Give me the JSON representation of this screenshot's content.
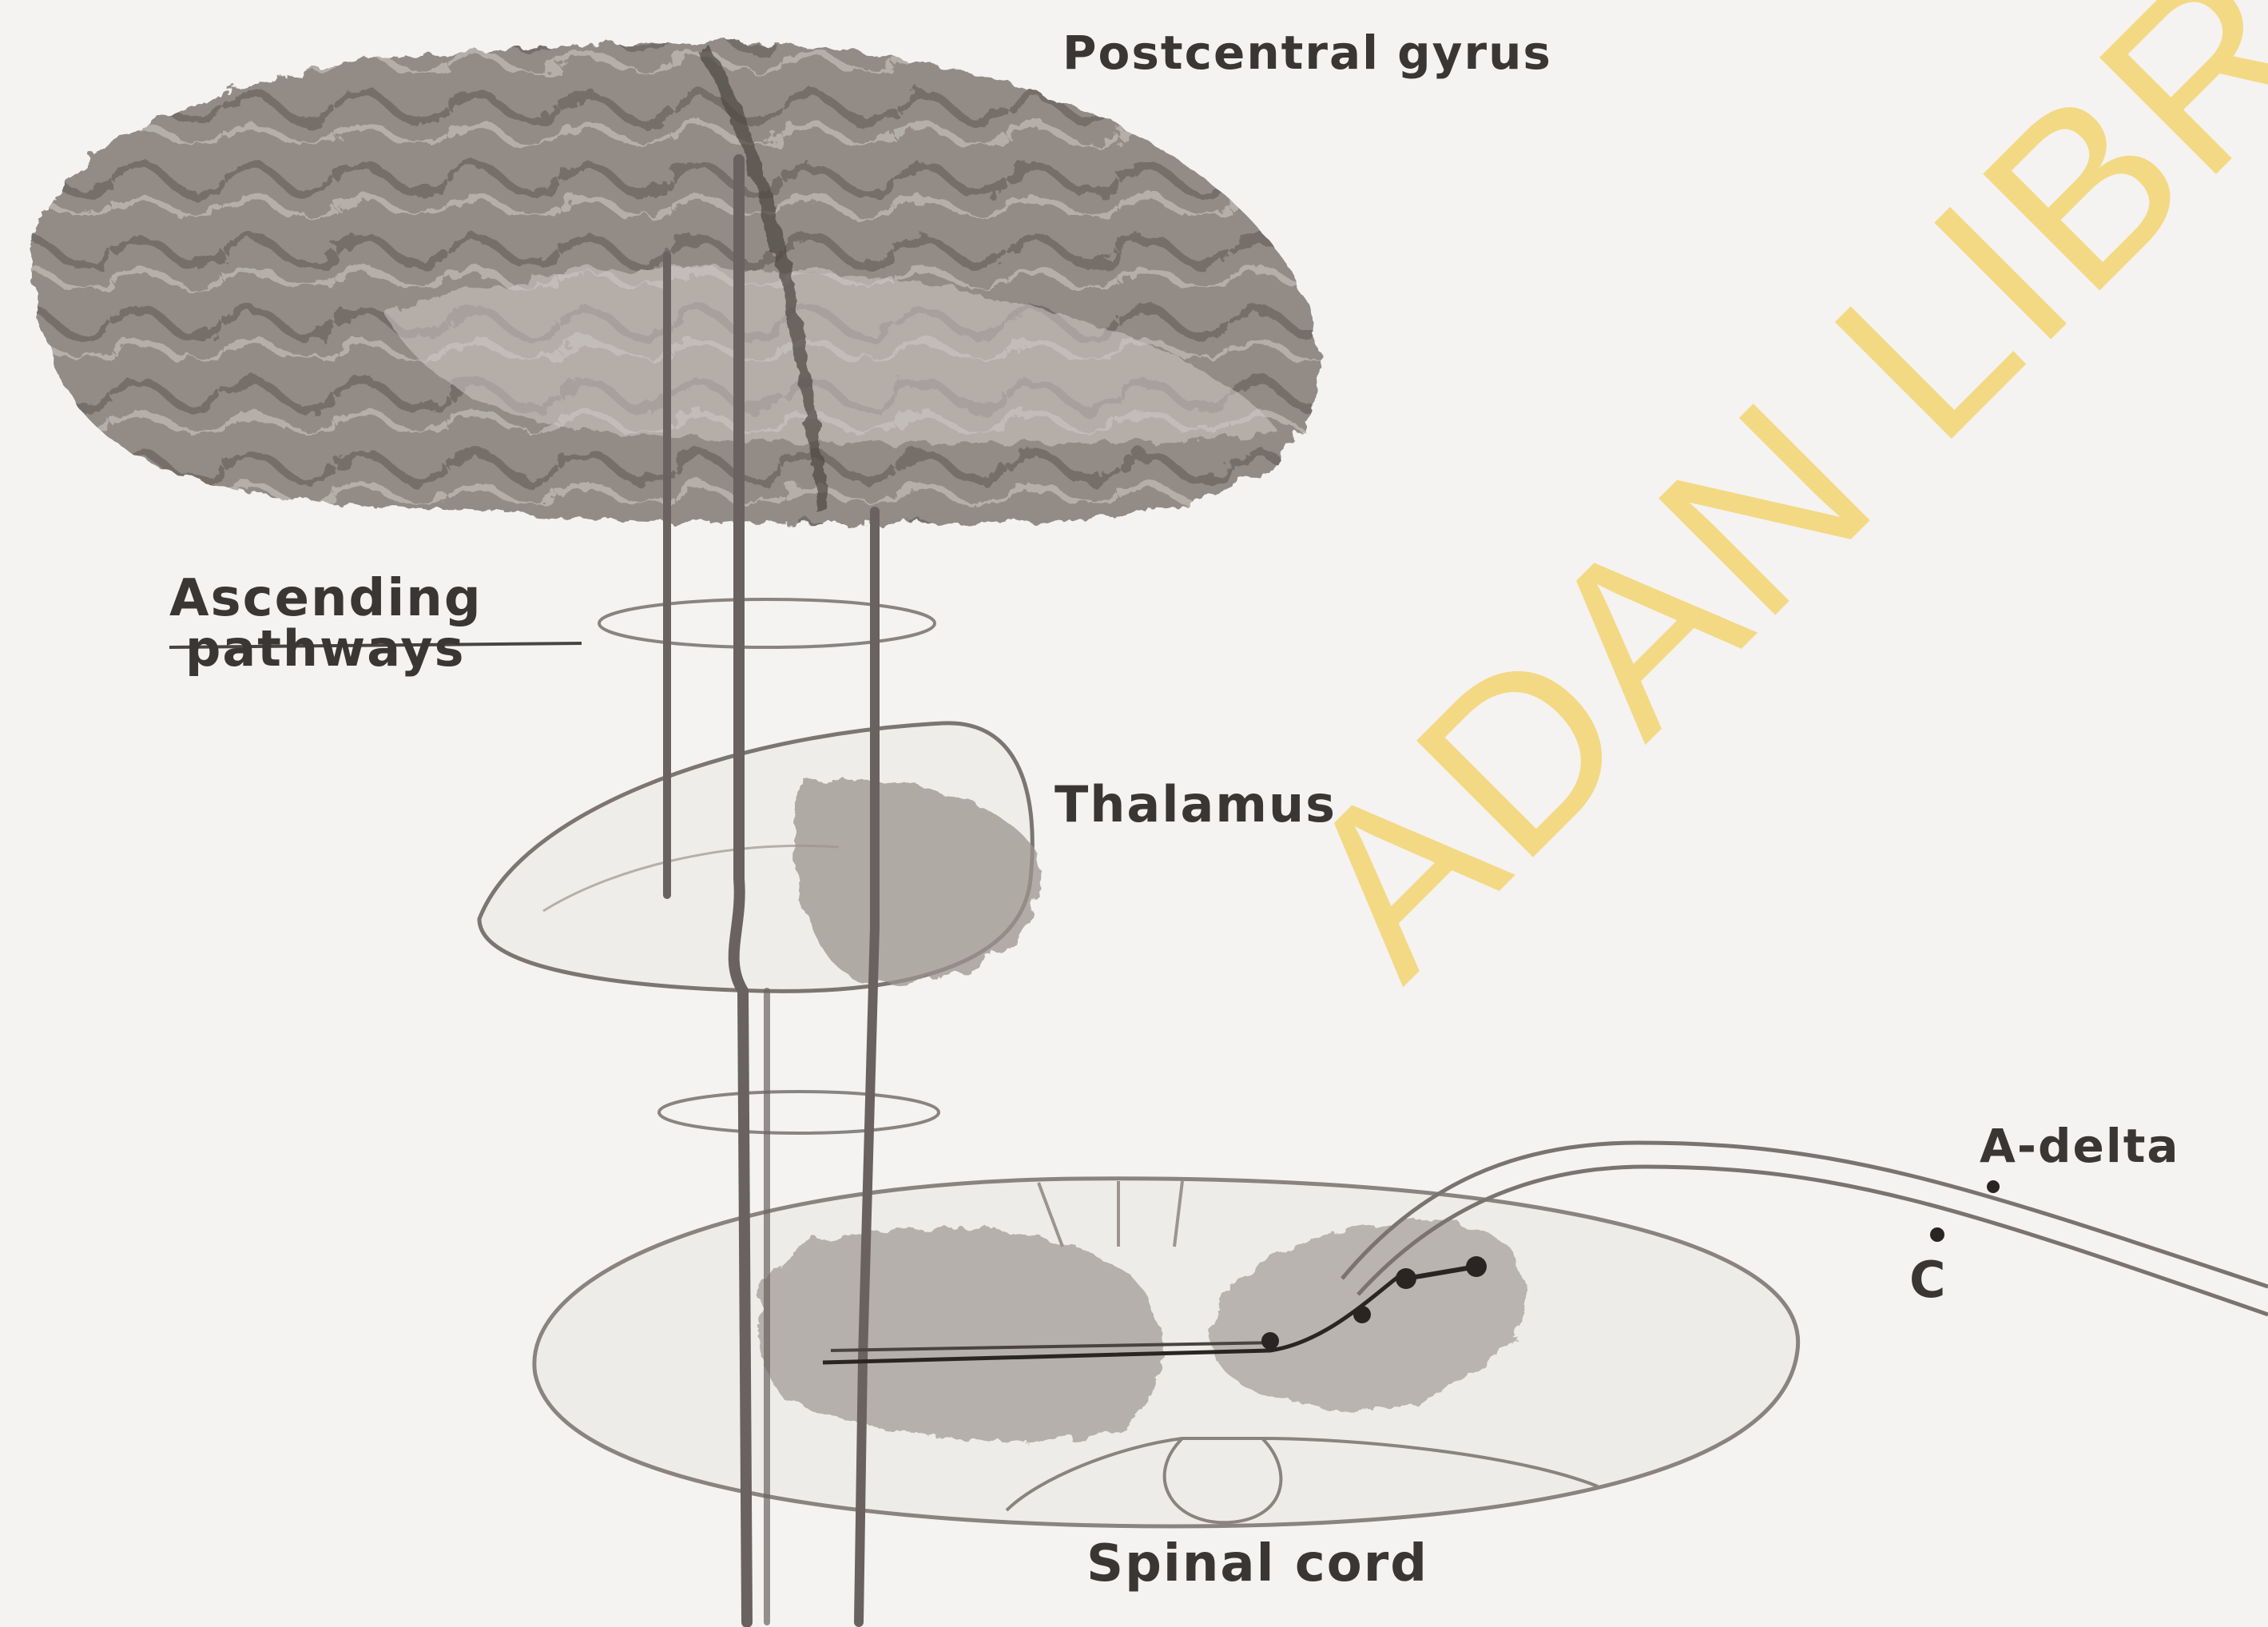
{
  "labels": {
    "postcentral": "Postcentral gyrus",
    "ascending_line1": "Ascending",
    "ascending_line2": "pathways",
    "thalamus": "Thalamus",
    "a_delta": "A-delta",
    "c_fiber": "C",
    "spinal_cord": "Spinal cord"
  },
  "watermark": "ADAN LIBRAR",
  "colors": {
    "background": "#f4f3f1",
    "brain": "#8e8680",
    "outline": "#7c7571",
    "tract": "#6a6260",
    "neuron": "#2a2523",
    "watermark": "#f3c52c"
  }
}
